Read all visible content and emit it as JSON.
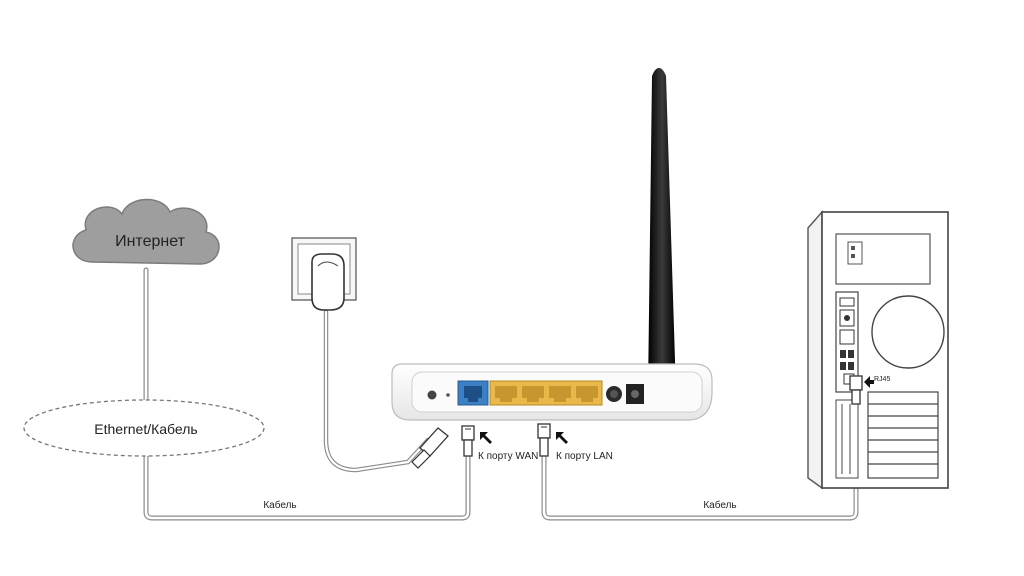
{
  "labels": {
    "internet": "Интернет",
    "ethernet": "Ethernet/Кабель",
    "cable_left": "Кабель",
    "cable_right": "Кабель",
    "wan_port": "К порту WAN",
    "lan_port": "К порту LAN",
    "rj45": "RJ45"
  },
  "colors": {
    "cloud": "#9a9a9a",
    "wan_port": "#3b7fc4",
    "lan_port": "#e8b84a",
    "antenna": "#1c1c1c",
    "router_body": "#f4f4f4",
    "cable": "#d8d8d8",
    "outline": "#555555"
  }
}
